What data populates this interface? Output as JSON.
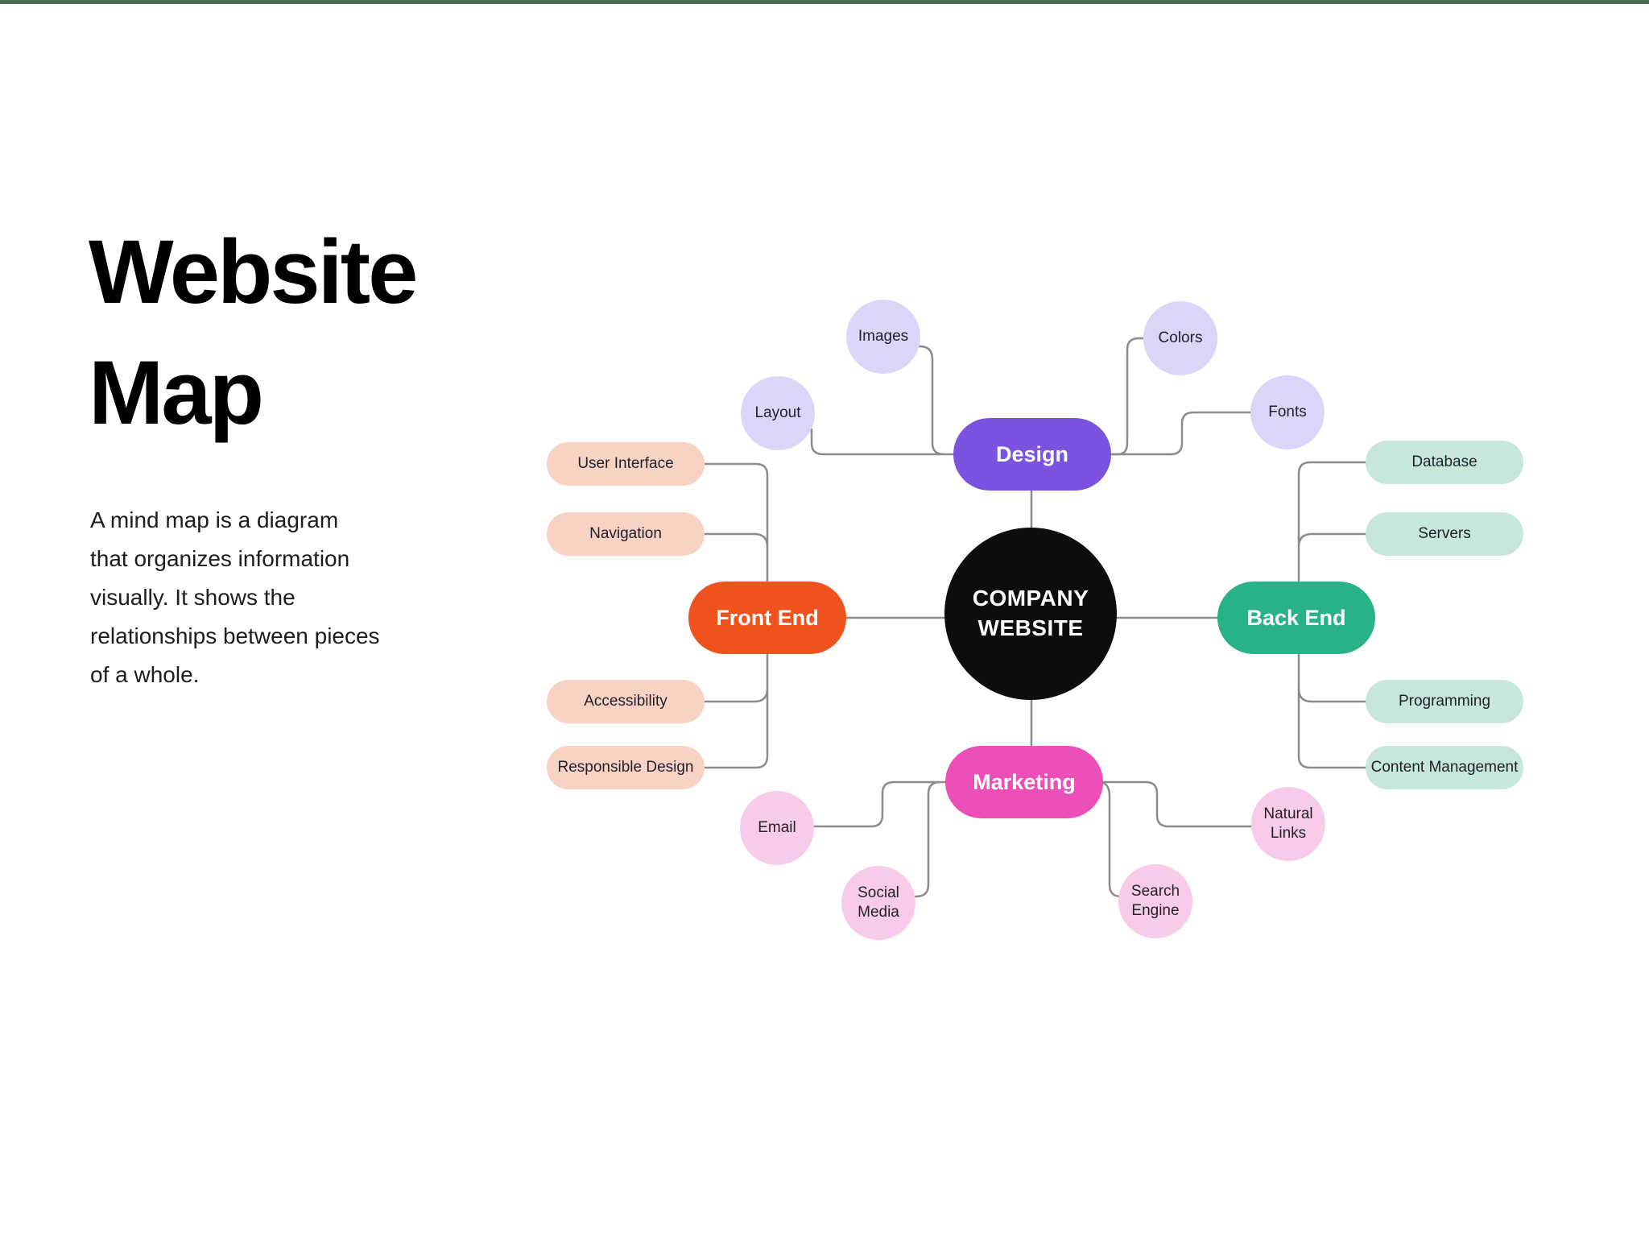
{
  "page": {
    "title_lines": [
      "Website",
      "Map"
    ],
    "description": "A mind map is a diagram that organizes information visually. It shows the relationships between pieces of a whole."
  },
  "palette": {
    "background": "#ffffff",
    "top_bar": "#4a6b50",
    "connector": "#8c8c8c",
    "title_text": "#000000",
    "body_text": "#1d1d1d",
    "leaf_text": "#21212b",
    "center_bg": "#0d0d0d",
    "center_text": "#ffffff",
    "design": "#7c52e0",
    "design_light": "#dcd5f7",
    "front_end": "#f0521e",
    "front_end_light": "#f8d3c4",
    "back_end": "#29b287",
    "back_end_light": "#c7e7da",
    "marketing": "#ec4fb8",
    "marketing_light": "#f8cbea"
  },
  "mindmap": {
    "center": {
      "label": "COMPANY WEBSITE"
    },
    "branches": [
      {
        "id": "design",
        "label": "Design",
        "children": [
          "Images",
          "Layout",
          "Colors",
          "Fonts"
        ]
      },
      {
        "id": "front-end",
        "label": "Front End",
        "children": [
          "User Interface",
          "Navigation",
          "Accessibility",
          "Responsible Design"
        ]
      },
      {
        "id": "back-end",
        "label": "Back End",
        "children": [
          "Database",
          "Servers",
          "Programming",
          "Content Management"
        ]
      },
      {
        "id": "marketing",
        "label": "Marketing",
        "children": [
          "Email",
          "Social Media",
          "Search Engine",
          "Natural Links"
        ]
      }
    ]
  }
}
